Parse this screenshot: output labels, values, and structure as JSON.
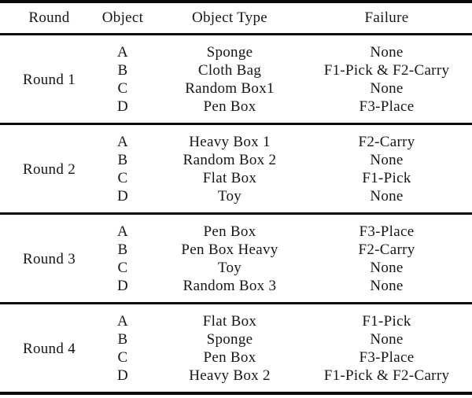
{
  "table": {
    "headers": [
      "Round",
      "Object",
      "Object Type",
      "Failure"
    ],
    "rounds": [
      {
        "label": "Round 1",
        "rows": [
          {
            "object": "A",
            "type": "Sponge",
            "failure": "None"
          },
          {
            "object": "B",
            "type": "Cloth Bag",
            "failure": "F1-Pick & F2-Carry"
          },
          {
            "object": "C",
            "type": "Random Box1",
            "failure": "None"
          },
          {
            "object": "D",
            "type": "Pen Box",
            "failure": "F3-Place"
          }
        ]
      },
      {
        "label": "Round 2",
        "rows": [
          {
            "object": "A",
            "type": "Heavy Box 1",
            "failure": "F2-Carry"
          },
          {
            "object": "B",
            "type": "Random Box 2",
            "failure": "None"
          },
          {
            "object": "C",
            "type": "Flat Box",
            "failure": "F1-Pick"
          },
          {
            "object": "D",
            "type": "Toy",
            "failure": "None"
          }
        ]
      },
      {
        "label": "Round 3",
        "rows": [
          {
            "object": "A",
            "type": "Pen Box",
            "failure": "F3-Place"
          },
          {
            "object": "B",
            "type": "Pen Box Heavy",
            "failure": "F2-Carry"
          },
          {
            "object": "C",
            "type": "Toy",
            "failure": "None"
          },
          {
            "object": "D",
            "type": "Random Box 3",
            "failure": "None"
          }
        ]
      },
      {
        "label": "Round 4",
        "rows": [
          {
            "object": "A",
            "type": "Flat Box",
            "failure": "F1-Pick"
          },
          {
            "object": "B",
            "type": "Sponge",
            "failure": "None"
          },
          {
            "object": "C",
            "type": "Pen Box",
            "failure": "F3-Place"
          },
          {
            "object": "D",
            "type": "Heavy Box 2",
            "failure": "F1-Pick & F2-Carry"
          }
        ]
      }
    ]
  }
}
